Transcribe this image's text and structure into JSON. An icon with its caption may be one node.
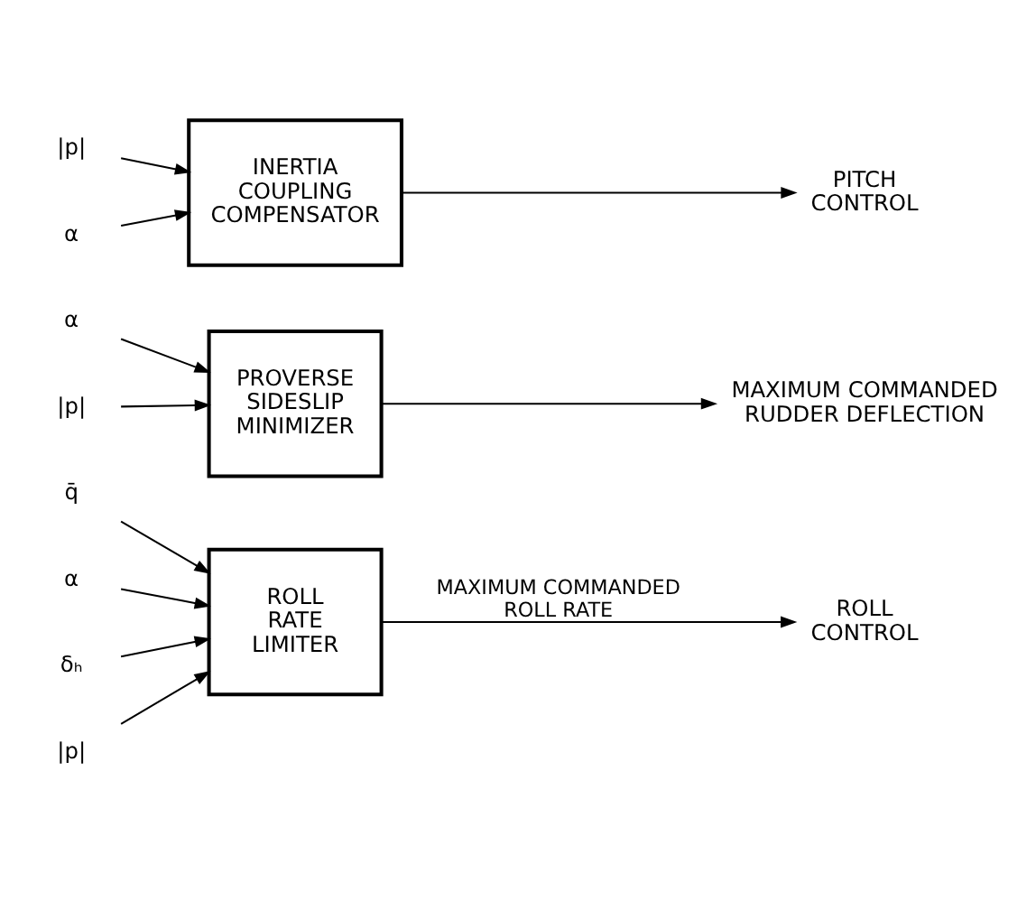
{
  "diagram": {
    "nodes": [
      {
        "text": [
          "q̄"
        ]
      },
      {
        "text": [
          "α"
        ]
      },
      {
        "text": [
          "δₕ"
        ]
      },
      {
        "text": [
          "|p|"
        ]
      },
      {
        "text": [
          "ROLL RATE LIMITER"
        ]
      },
      {
        "text": [
          "ROLL CONTROL"
        ]
      },
      {
        "text": [
          "α"
        ]
      },
      {
        "text": [
          "|p|"
        ]
      },
      {
        "text": [
          "PROVERSE SIDESLIP MINIMIZER"
        ]
      },
      {
        "text": [
          "MAXIMUM COMMANDED RUDDER DEFLECTION"
        ]
      },
      {
        "text": [
          "|p|"
        ]
      },
      {
        "text": [
          "α"
        ]
      },
      {
        "text": [
          "INERTIA COUPLING COMPENSATOR"
        ]
      },
      {
        "text": [
          "PITCH CONTROL"
        ]
      }
    ],
    "edges": [
      {
        "from": 0,
        "to": 4,
        "arrow": "to"
      },
      {
        "from": 1,
        "to": 4,
        "arrow": "to"
      },
      {
        "from": 2,
        "to": 4,
        "arrow": "to"
      },
      {
        "from": 3,
        "to": 4,
        "arrow": "to"
      },
      {
        "from": 4,
        "to": 5,
        "arrow": "to",
        "label": "MAXIMUM COMMANDED ROLL RATE"
      },
      {
        "from": 6,
        "to": 8,
        "arrow": "to"
      },
      {
        "from": 7,
        "to": 8,
        "arrow": "to"
      },
      {
        "from": 8,
        "to": 9,
        "arrow": "to"
      },
      {
        "from": 10,
        "to": 12,
        "arrow": "to"
      },
      {
        "from": 11,
        "to": 12,
        "arrow": "to"
      },
      {
        "from": 12,
        "to": 13,
        "arrow": "to"
      }
    ]
  }
}
